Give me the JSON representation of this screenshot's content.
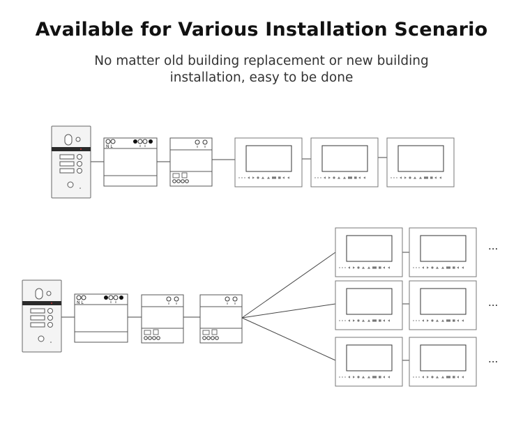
{
  "heading": {
    "title": "Available for Various Installation Scenario",
    "subtitle_line1": "No matter old building replacement or new building",
    "subtitle_line2": "installation, easy to be done"
  },
  "labels": {
    "power_terminals": "N L",
    "more_monitors": "..."
  },
  "icons": [
    "outdoor-door-station-icon",
    "power-supply-icon",
    "distributor-icon",
    "indoor-monitor-icon"
  ],
  "colors": {
    "line": "#555555",
    "device_outline": "#666666",
    "background": "#ffffff"
  }
}
